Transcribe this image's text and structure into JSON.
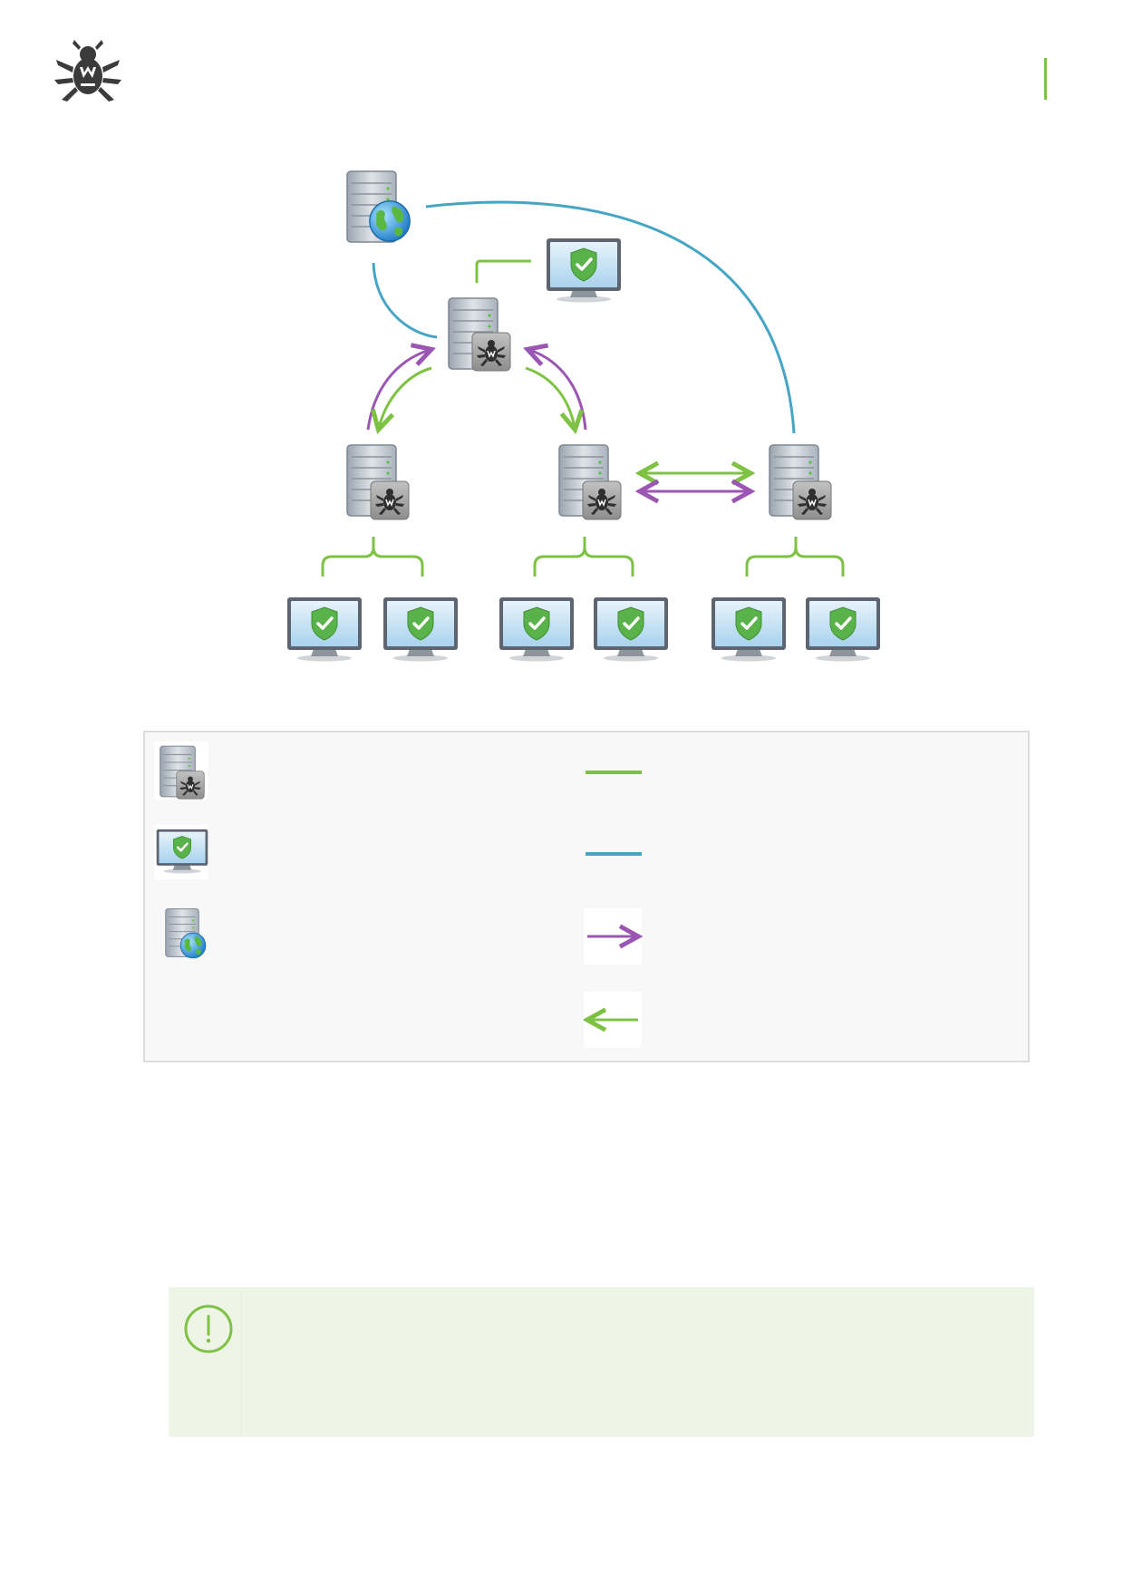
{
  "header": {
    "logo_icon": "drweb-spider-logo-icon",
    "accent_color": "#7dc242"
  },
  "diagram": {
    "nodes": [
      {
        "id": "proxy-server",
        "icon": "server-globe-icon"
      },
      {
        "id": "main-es-server",
        "icon": "server-es-icon"
      },
      {
        "id": "admin-station",
        "icon": "workstation-shield-icon"
      },
      {
        "id": "es-server-1",
        "icon": "server-es-icon"
      },
      {
        "id": "es-server-2",
        "icon": "server-es-icon"
      },
      {
        "id": "es-server-3",
        "icon": "server-es-icon"
      },
      {
        "id": "ws-1",
        "icon": "workstation-shield-icon"
      },
      {
        "id": "ws-2",
        "icon": "workstation-shield-icon"
      },
      {
        "id": "ws-3",
        "icon": "workstation-shield-icon"
      },
      {
        "id": "ws-4",
        "icon": "workstation-shield-icon"
      },
      {
        "id": "ws-5",
        "icon": "workstation-shield-icon"
      },
      {
        "id": "ws-6",
        "icon": "workstation-shield-icon"
      }
    ],
    "colors": {
      "green": "#7dc242",
      "blue": "#45a5c4",
      "purple": "#9b55b3"
    }
  },
  "legend": {
    "items": [
      {
        "icon": "server-es-icon"
      },
      {
        "icon": "workstation-shield-icon"
      },
      {
        "icon": "server-globe-icon"
      },
      {
        "icon": "green-line-icon"
      },
      {
        "icon": "blue-line-icon"
      },
      {
        "icon": "purple-arrow-right-icon"
      },
      {
        "icon": "green-arrow-left-icon"
      }
    ]
  },
  "note": {
    "icon": "important-icon",
    "background": "#eef5e6"
  }
}
